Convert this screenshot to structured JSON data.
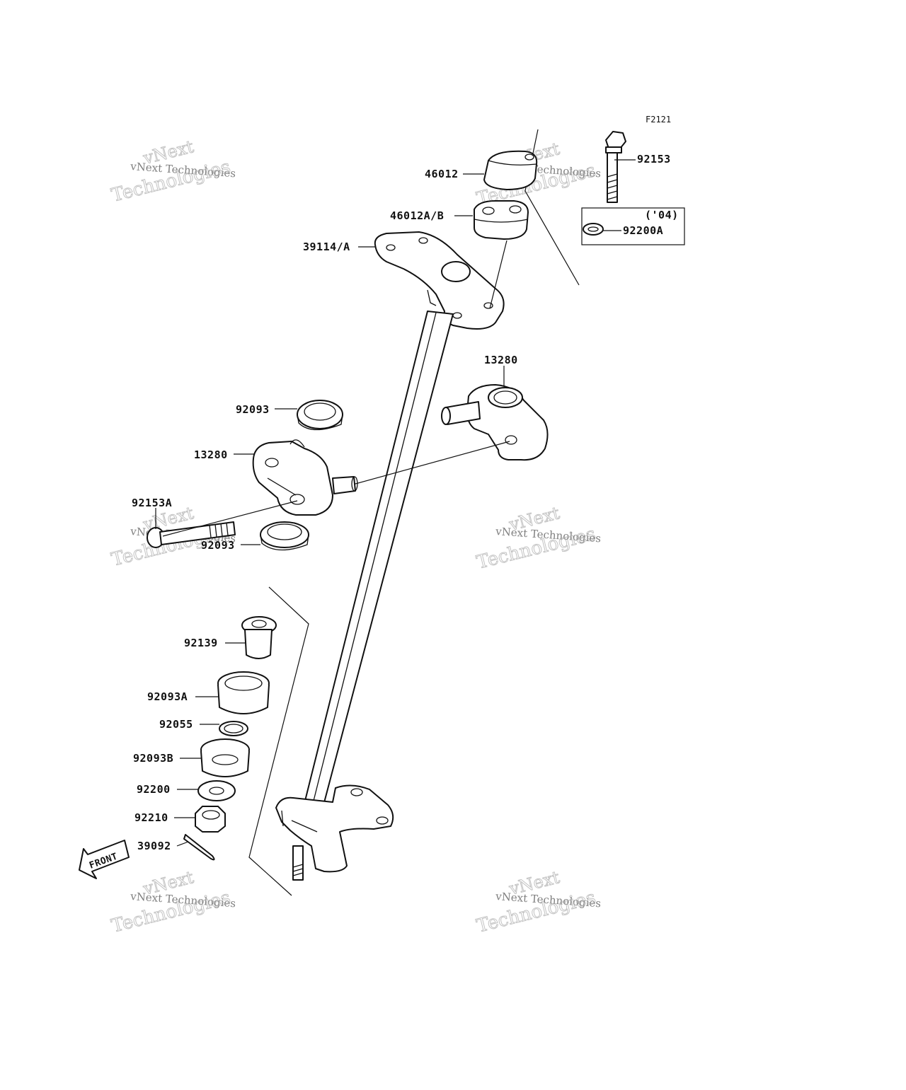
{
  "diagram": {
    "figure_code": "F2121",
    "labels": {
      "p92153": "92153",
      "p46012": "46012",
      "p46012ab": "46012A/B",
      "p92200a": "92200A",
      "year_note": "('04)",
      "p39114a": "39114/A",
      "p13280_right": "13280",
      "p92093_top": "92093",
      "p13280_left": "13280",
      "p92153a": "92153A",
      "p92093_mid": "92093",
      "p92139": "92139",
      "p92093a": "92093A",
      "p92055": "92055",
      "p92093b": "92093B",
      "p92200": "92200",
      "p92210": "92210",
      "p39092": "39092"
    },
    "front_label": "FRONT",
    "watermark": {
      "line1": "vNext Technologies",
      "line2": "Technologies",
      "line0": "vNext"
    }
  }
}
